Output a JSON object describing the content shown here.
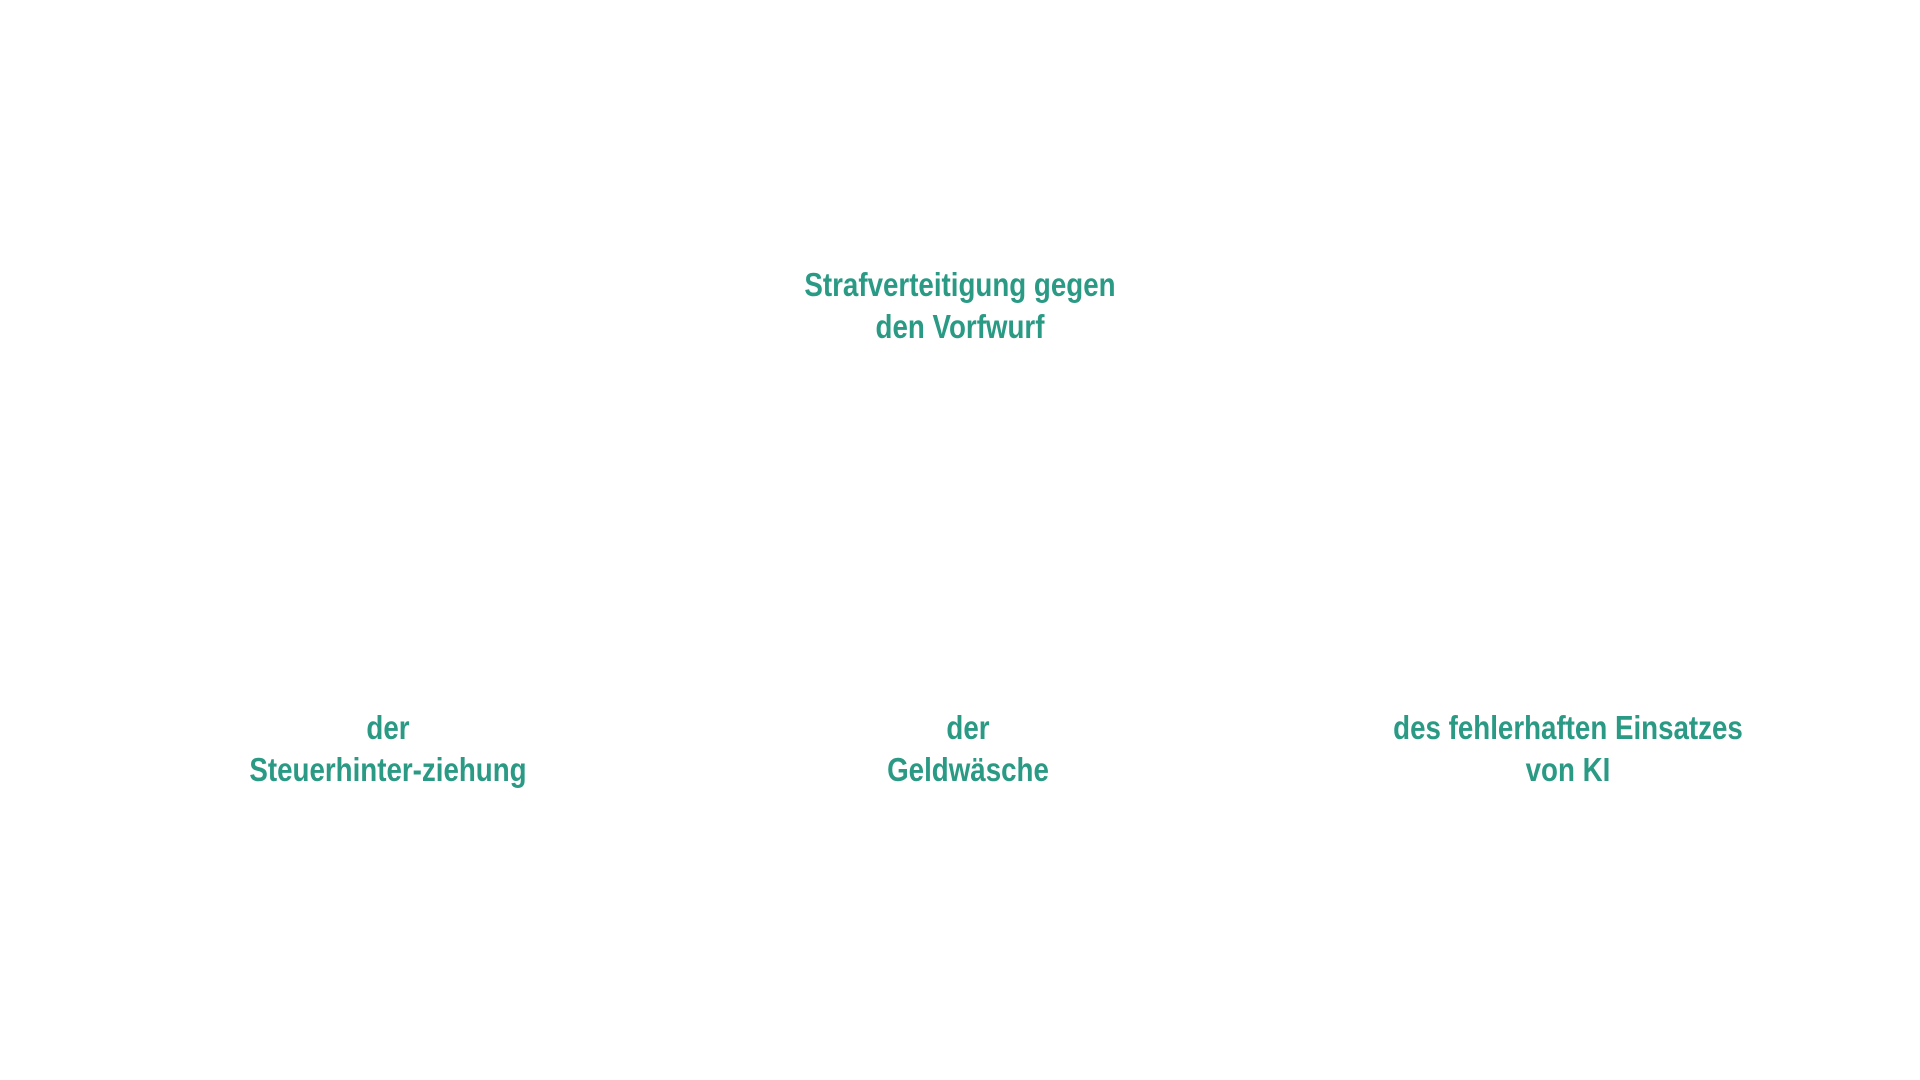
{
  "diagram": {
    "root": {
      "line1": "Strafverteitigung gegen",
      "line2": "den Vorfwurf"
    },
    "children": [
      {
        "line1": "der",
        "line2": "Steuerhinter-ziehung"
      },
      {
        "line1": "der",
        "line2": "Geldwäsche"
      },
      {
        "line1": "des fehlerhaften Einsatzes",
        "line2": "von KI"
      }
    ],
    "text_color": "#2a9a85",
    "background_color": "#ffffff"
  }
}
